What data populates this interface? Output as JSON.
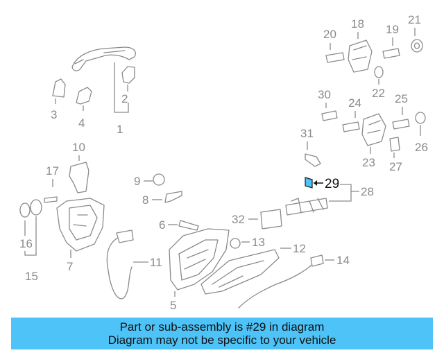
{
  "diagram": {
    "callouts": {
      "c1": "1",
      "c2": "2",
      "c3": "3",
      "c4": "4",
      "c5": "5",
      "c6": "6",
      "c7": "7",
      "c8": "8",
      "c9": "9",
      "c10": "10",
      "c11": "11",
      "c12": "12",
      "c13": "13",
      "c14": "14",
      "c15": "15",
      "c16": "16",
      "c17": "17",
      "c18": "18",
      "c19": "19",
      "c20": "20",
      "c21": "21",
      "c22": "22",
      "c23": "23",
      "c24": "24",
      "c25": "25",
      "c26": "26",
      "c27": "27",
      "c28": "28",
      "c29": "29",
      "c30": "30",
      "c31": "31",
      "c32": "32"
    },
    "highlight_color": "#4dc3f7",
    "line_color": "#8a8a8a"
  },
  "banner": {
    "line1": "Part or sub-assembly is #29 in diagram",
    "line2": "Diagram may not be specific to your vehicle",
    "color": "#4dc3f7"
  }
}
